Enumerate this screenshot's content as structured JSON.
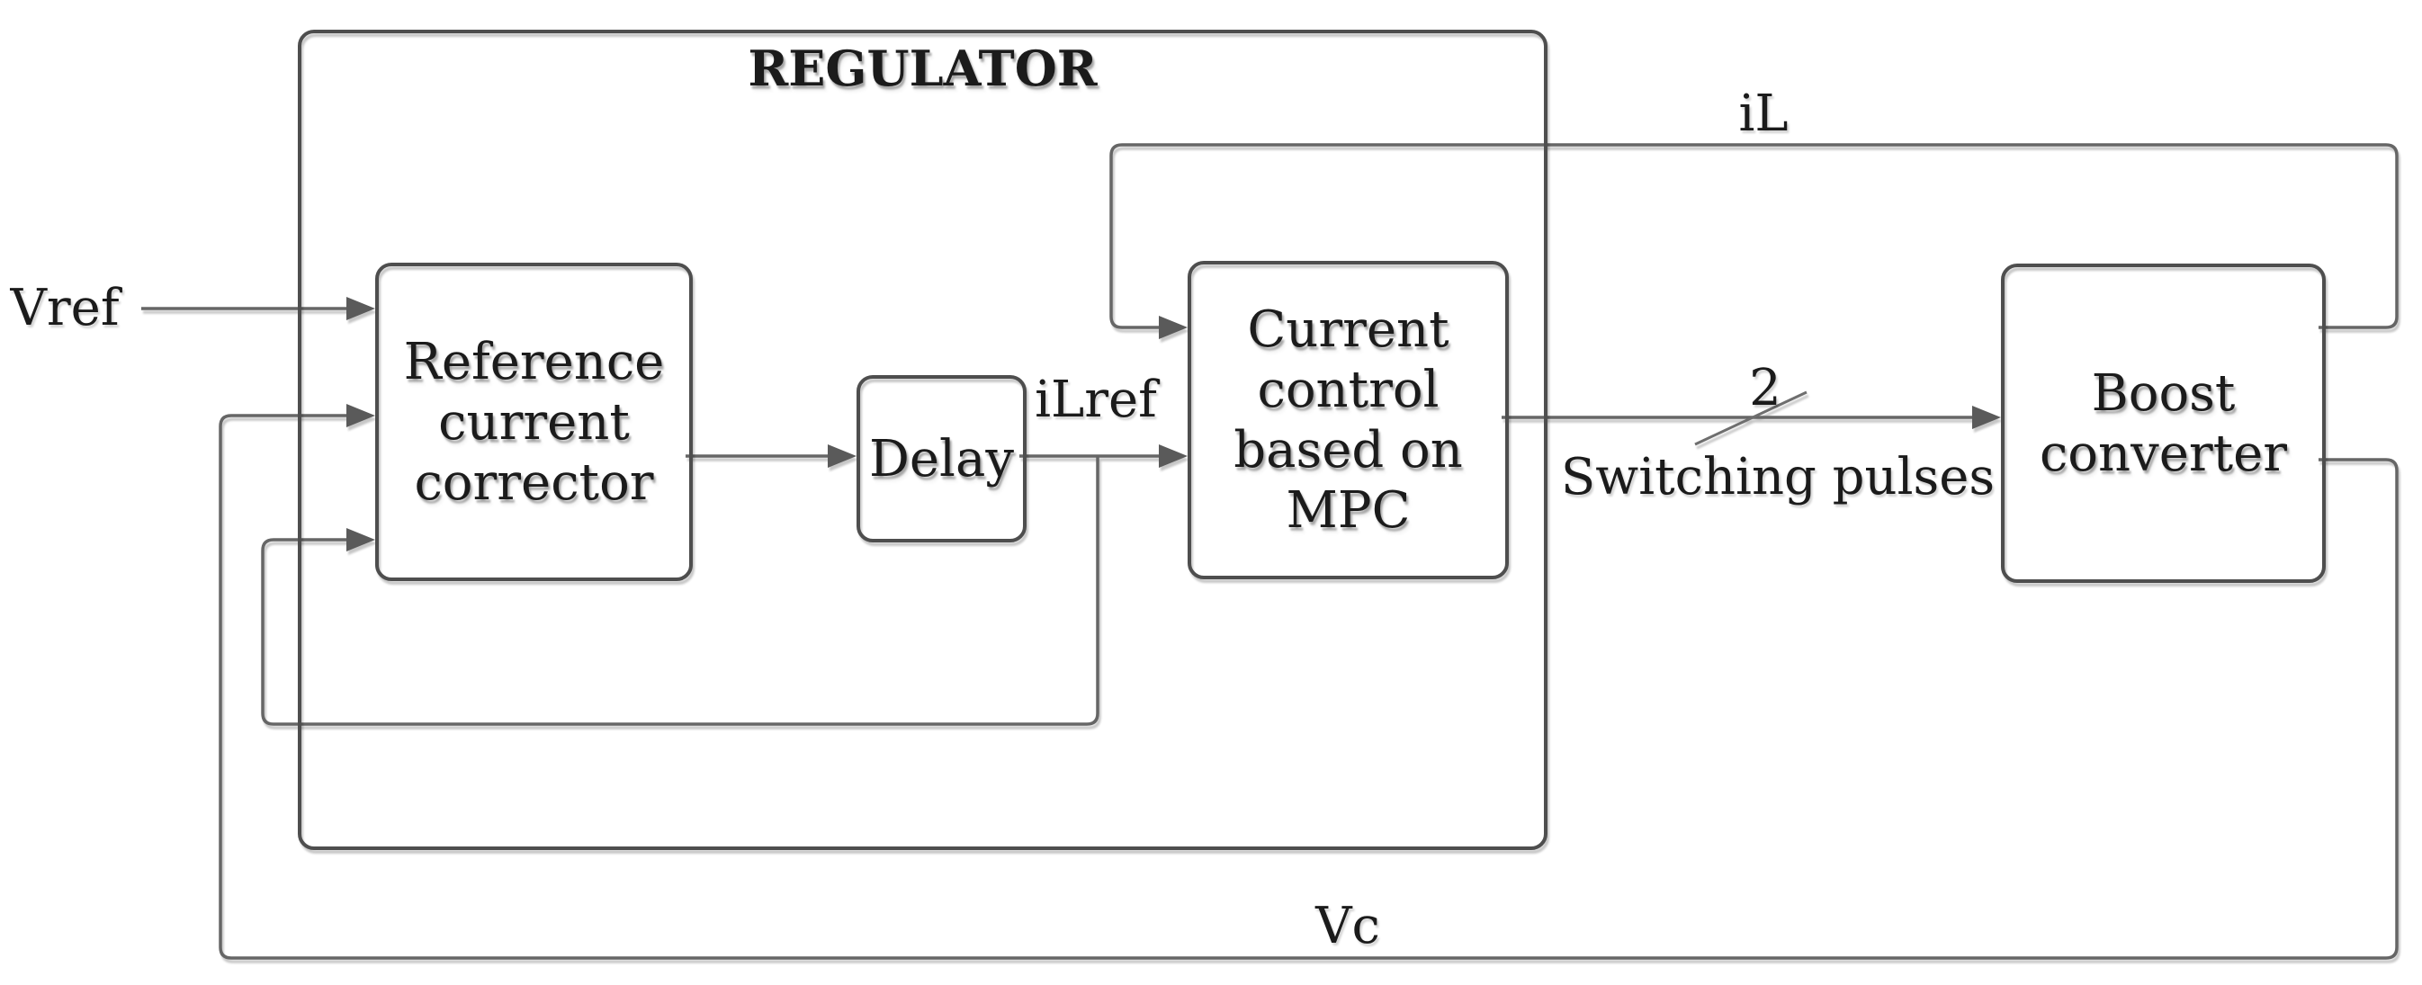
{
  "diagram": {
    "group_title": "REGULATOR",
    "blocks": {
      "reference": {
        "label": "Reference\ncurrent\ncorrector"
      },
      "delay": {
        "label": "Delay"
      },
      "mpc": {
        "label": "Current\ncontrol\nbased on\nMPC"
      },
      "boost": {
        "label": "Boost\nconverter"
      }
    },
    "signals": {
      "vref": "Vref",
      "ilref": "iLref",
      "il": "iL",
      "vc": "Vc",
      "switching_pulses": "Switching pulses",
      "bus_width": "2"
    },
    "colors": {
      "background": "#ffffff",
      "wire": "#666666",
      "box_border": "#4e4e4e",
      "text": "#1b1b1b"
    }
  }
}
